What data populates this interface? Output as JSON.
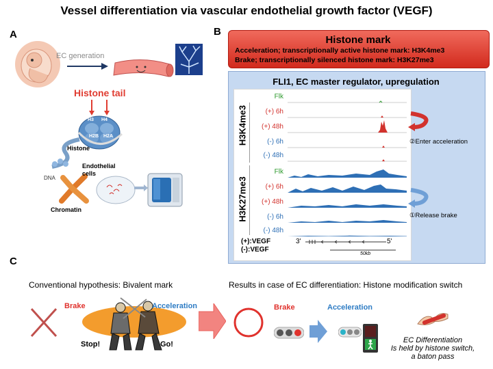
{
  "title": "Vessel differentiation via vascular endothelial growth factor (VEGF)",
  "panels": {
    "a": "A",
    "b": "B",
    "c": "C"
  },
  "panel_a": {
    "ec_generation": "EC generation",
    "histone_tail": "Histone tail",
    "histone": "Histone",
    "endothelial_cells": "Endothelial cells",
    "dna": "DNA",
    "chromatin": "Chromatin",
    "histone_marks": [
      "H3",
      "H4",
      "H2B",
      "H2A"
    ]
  },
  "panel_b": {
    "histone_mark_title": "Histone mark",
    "acceleration_line": "Acceleration; transcriptionally active histone mark: H3K4me3",
    "brake_line": "Brake; transcriptionally silenced histone mark: H3K27me3",
    "fli_title": "FLI1, EC master regulator, upregulation",
    "h3k4me3_label": "H3K4me3",
    "h3k27me3_label": "H3K27me3",
    "tracks_k4": [
      "Flk",
      "(+) 6h",
      "(+) 48h",
      "(-) 6h",
      "(-) 48h"
    ],
    "tracks_k27": [
      "Flk",
      "(+) 6h",
      "(+) 48h",
      "(-) 6h",
      "(-) 48h"
    ],
    "colors": {
      "flk": "#2e9a2e",
      "plus": "#d2322d",
      "minus": "#2e6fb5",
      "accel_arrow": "#d2322d",
      "brake_arrow": "#6f9fd6"
    },
    "enter_acceleration": "②Enter acceleration",
    "release_brake": "①Release brake",
    "vegf_plus": "(+):VEGF",
    "vegf_minus": "(-):VEGF",
    "three_prime": "3'",
    "five_prime": "5'",
    "scale": "50kb"
  },
  "panel_c": {
    "conventional": "Conventional hypothesis: Bivalent mark",
    "results": "Results in case of EC differentiation: Histone modification switch",
    "brake": "Brake",
    "acceleration": "Acceleration",
    "stop": "Stop!",
    "go": "Go!",
    "brake2": "Brake",
    "acceleration2": "Acceleration",
    "conclusion_1": "EC Differentiation",
    "conclusion_2": "Is held by histone switch,",
    "conclusion_3": "a baton pass",
    "colors": {
      "brake": "#e0322d",
      "acceleration": "#2e7cc4"
    }
  }
}
